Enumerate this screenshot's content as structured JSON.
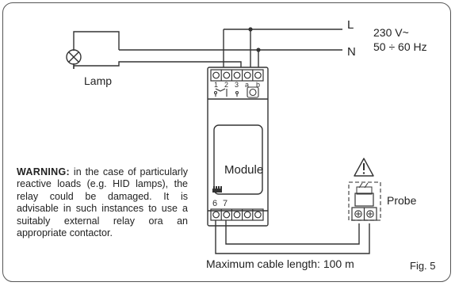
{
  "supply": {
    "line_label": "L",
    "neutral_label": "N",
    "voltage": "230 V~",
    "frequency": "50 ÷ 60 Hz"
  },
  "lamp": {
    "label": "Lamp"
  },
  "module": {
    "label": "Module",
    "top_terminals": [
      "1",
      "2",
      "3",
      "a",
      "b"
    ],
    "bottom_terminals": [
      "6",
      "7"
    ]
  },
  "probe": {
    "label": "Probe"
  },
  "cable": {
    "label": "Maximum cable length: 100 m"
  },
  "figure": {
    "label": "Fig. 5"
  },
  "warning": {
    "heading": "WARNING:",
    "text": " in the case of particularly reactive loads (e.g. HID lamps), the relay could be damaged. It is advisable in such instances to use a suitably external relay ora an appropriate contactor."
  },
  "colors": {
    "line": "#333333",
    "frame": "#555555",
    "probe_dash": "#555555"
  }
}
